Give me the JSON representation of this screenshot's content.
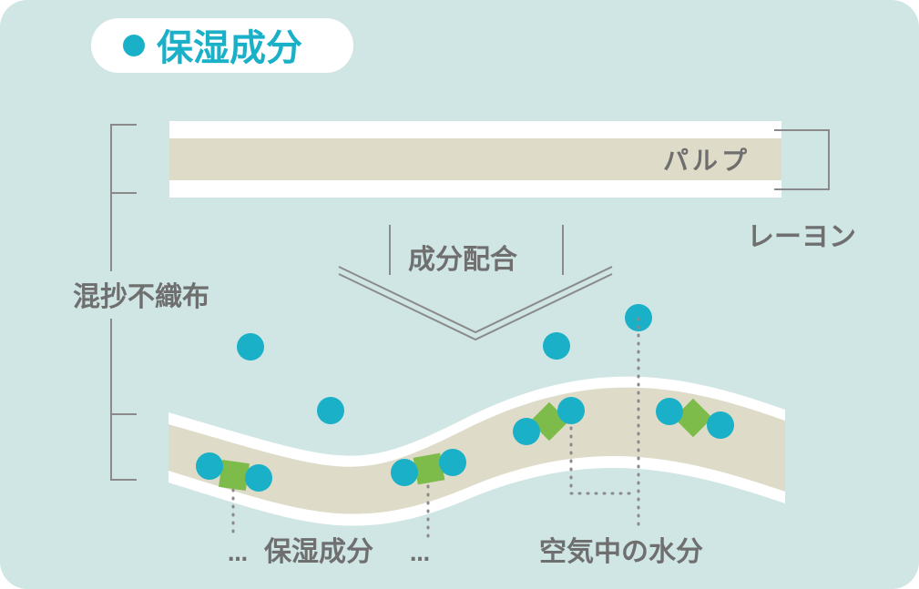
{
  "title": "保湿成分",
  "labels": {
    "pulp": "パルプ",
    "rayon": "レーヨン",
    "nonwoven": "混抄不織布",
    "blend": "成分配合",
    "moisturizer": "保湿成分",
    "moisturizer_dots_left": "…",
    "moisturizer_dots_right": "…",
    "air_moisture": "空気中の水分"
  },
  "colors": {
    "background": "#cfe6e4",
    "pulp_fill": "#dedcc8",
    "water_dot": "#1ab0c8",
    "moisturizer_square": "#7dbc4a",
    "text": "#6f6f6f",
    "line": "#8a8a8a"
  }
}
